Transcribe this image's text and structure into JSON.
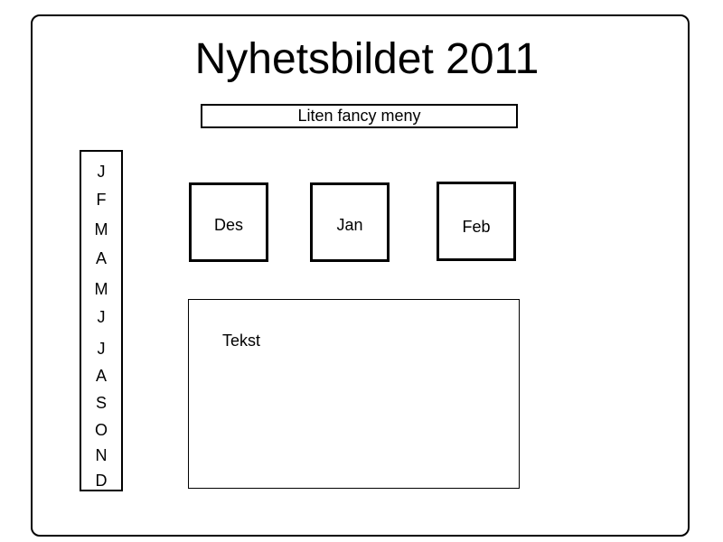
{
  "title": "Nyhetsbildet 2011",
  "menu": {
    "label": "Liten fancy meny"
  },
  "month_index": [
    "J",
    "F",
    "M",
    "A",
    "M",
    "J",
    "J",
    "A",
    "S",
    "O",
    "N",
    "D"
  ],
  "featured_months": [
    "Des",
    "Jan",
    "Feb"
  ],
  "content": {
    "text": "Tekst"
  }
}
